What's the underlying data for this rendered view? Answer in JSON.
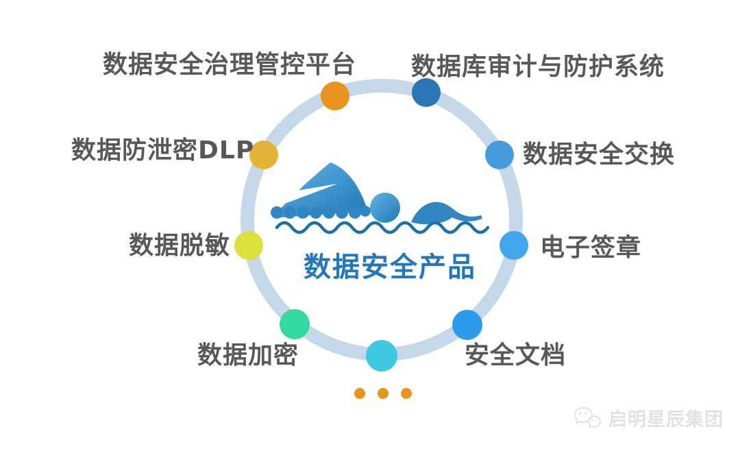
{
  "diagram": {
    "title": "数据安全产品",
    "title_color": "#2176BC",
    "label_color": "#57585A",
    "ring_color": "#C5D8EA",
    "nodes": [
      {
        "label": "数据安全治理管控平台",
        "position": "top-left",
        "dot_color": "#E8941F"
      },
      {
        "label": "数据库审计与防护系统",
        "position": "top-right",
        "dot_color": "#2A76B4"
      },
      {
        "label": "数据防泄密DLP",
        "position": "upper-left",
        "dot_color": "#E4B43A"
      },
      {
        "label": "数据安全交换",
        "position": "upper-right",
        "dot_color": "#469CDB"
      },
      {
        "label": "数据脱敏",
        "position": "left",
        "dot_color": "#DDE03C"
      },
      {
        "label": "电子签章",
        "position": "right",
        "dot_color": "#42A6EC"
      },
      {
        "label": "数据加密",
        "position": "lower-left",
        "dot_color": "#33D9A1"
      },
      {
        "label": "安全文档",
        "position": "lower-right",
        "dot_color": "#2A9CEA"
      }
    ],
    "unlabeled_dot_color": "#3FC8E2",
    "swimmer": {
      "gradient_from": "#63B5E4",
      "gradient_to": "#1E77B7",
      "solid": "#2F86C2",
      "wave_color": "#1F6FA5"
    },
    "pager": {
      "dot_count": "3",
      "dot_color": "#E8941A"
    },
    "watermark": {
      "text": "启明星辰集团",
      "icon": "wechat-icon",
      "color": "#E2E2E2"
    }
  }
}
